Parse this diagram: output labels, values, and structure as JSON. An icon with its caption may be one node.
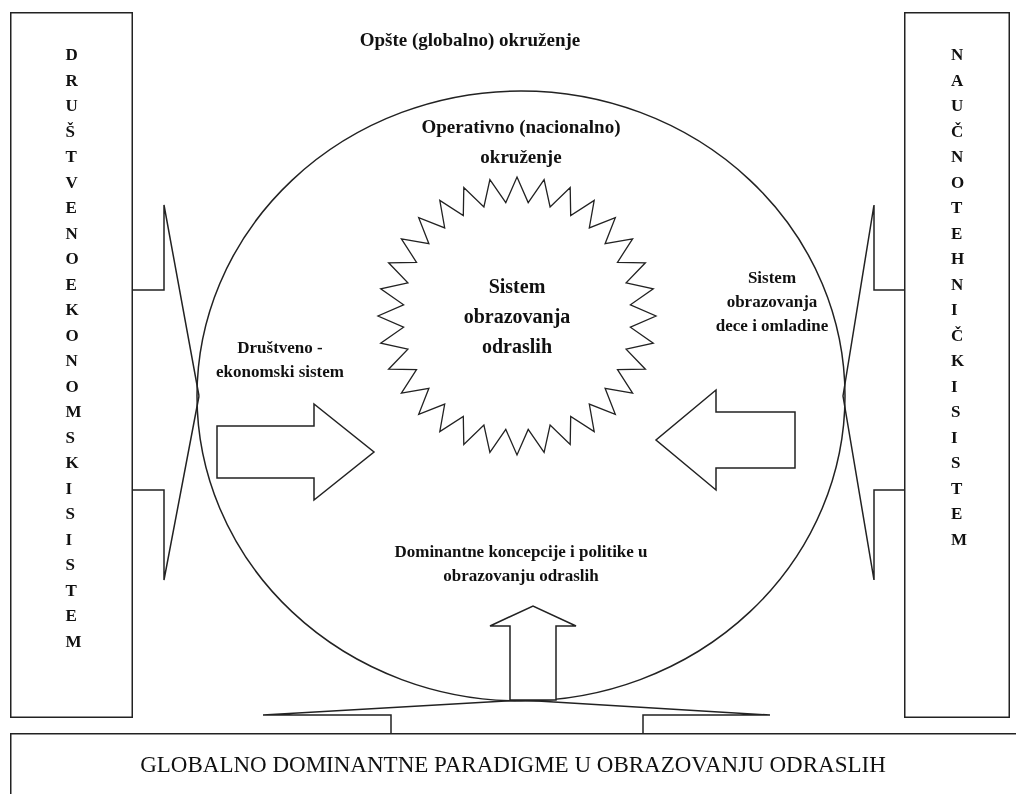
{
  "diagram": {
    "nodes": [
      {
        "text": [
          "DRUŠTVENO EKONOMSKI SISTEM"
        ]
      },
      {
        "text": [
          "NAUČNO TEHNIČKI SISTEM"
        ]
      },
      {
        "text": [
          "GLOBALNO DOMINANTNE PARADIGME U OBRAZOVANJU ODRASLIH"
        ]
      },
      {
        "text": [
          "Operativno (nacionalno) okruženje"
        ]
      },
      {
        "text": [
          "Sistem obrazovanja odraslih"
        ],
        "in": 3
      },
      {
        "text": [
          "Društveno - ekonomski sistem"
        ],
        "in": 3
      },
      {
        "text": [
          "Sistem obrazovanja dece i omladine"
        ],
        "in": 3
      },
      {
        "text": [
          "Dominantne koncepcije i politike u obrazovanju odraslih"
        ],
        "in": 3
      }
    ],
    "edges": [
      {
        "from": 0,
        "to": 3,
        "arrow": "none"
      },
      {
        "from": 1,
        "to": 3,
        "arrow": "none"
      },
      {
        "from": 2,
        "to": 3,
        "arrow": "none"
      },
      {
        "from": 5,
        "to": 4,
        "arrow": "to"
      },
      {
        "from": 6,
        "to": 4,
        "arrow": "to"
      },
      {
        "from": 2,
        "to": 7,
        "arrow": "to"
      }
    ],
    "labels": [
      "Opšte (globalno) okruženje"
    ]
  }
}
